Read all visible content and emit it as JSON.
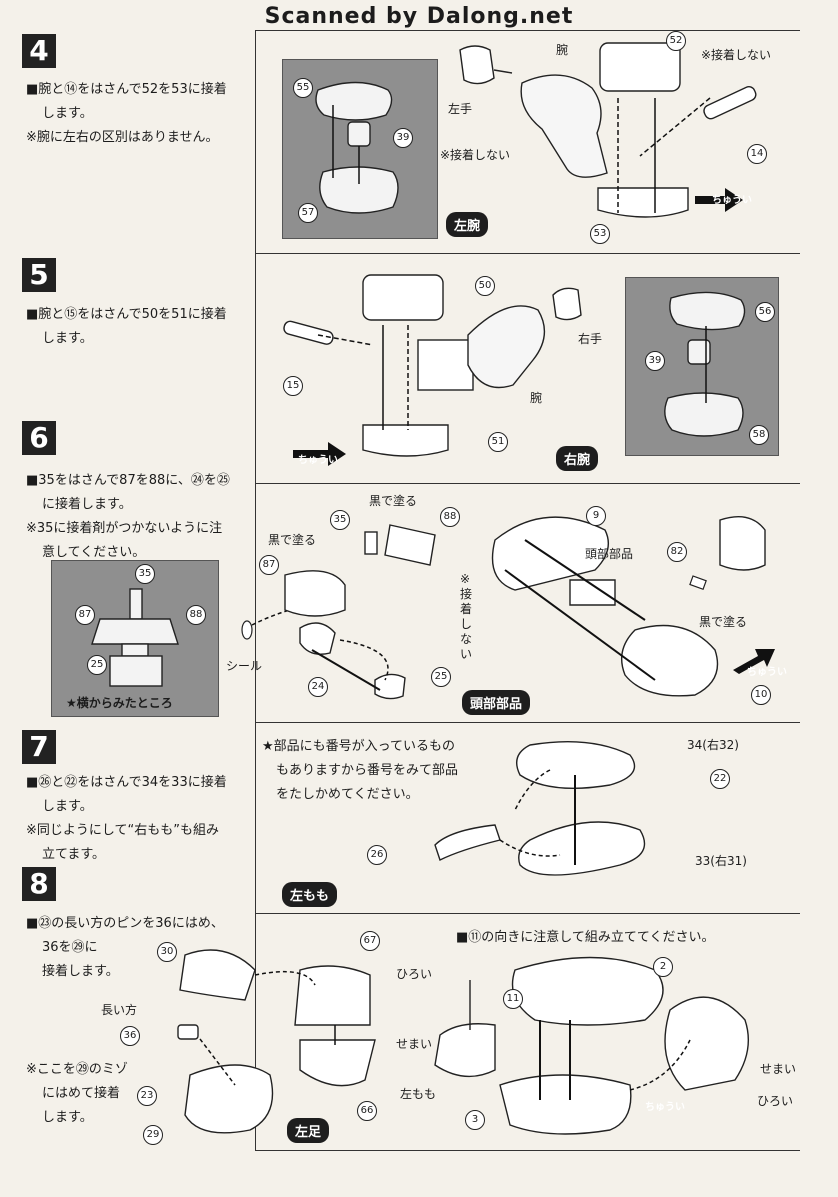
{
  "header": {
    "title": "Scanned by Dalong.net"
  },
  "steps": {
    "s4": {
      "number": "4",
      "line1": "■腕と⑭をはさんで52を53に接着",
      "line2": "します。",
      "note": "※腕に左右の区別はありません。",
      "labels": {
        "ude": "腕",
        "hidarite": "左手",
        "no_glue_top": "※接着しない",
        "no_glue_mid": "※接着しない",
        "badge": "左腕",
        "caution": "ちゅうい"
      },
      "nums": [
        "55",
        "39",
        "57",
        "52",
        "14",
        "53"
      ]
    },
    "s5": {
      "number": "5",
      "line1": "■腕と⑮をはさんで50を51に接着",
      "line2": "します。",
      "labels": {
        "migite": "右手",
        "ude": "腕",
        "badge": "右腕",
        "caution": "ちゅうい"
      },
      "nums": [
        "50",
        "15",
        "51",
        "56",
        "39",
        "58"
      ]
    },
    "s6": {
      "number": "6",
      "line1": "■35をはさんで87を88に、㉔を㉕",
      "line2": "に接着します。",
      "line3": "※35に接着剤がつかないように注",
      "line4": "意してください。",
      "side_caption": "★横からみたところ",
      "labels": {
        "black1": "黒で塗る",
        "black2": "黒で塗る",
        "black3": "黒で塗る",
        "no_glue": "※接着しない",
        "seal": "シール",
        "head_parts": "頭部部品",
        "badge": "頭部部品",
        "caution": "ちゅうい"
      },
      "nums": [
        "35",
        "88",
        "87",
        "25",
        "24",
        "9",
        "82",
        "10"
      ]
    },
    "s7": {
      "number": "7",
      "line1": "■㉖と㉒をはさんで34を33に接着",
      "line2": "します。",
      "line3": "※同じようにして“右もも”も組み",
      "line4": "立てます。",
      "star_note1": "★部品にも番号が入っているもの",
      "star_note2": "もありますから番号をみて部品",
      "star_note3": "をたしかめてください。",
      "labels": {
        "p34": "34(右32)",
        "p33": "33(右31)",
        "badge": "左もも"
      },
      "nums": [
        "22",
        "26"
      ]
    },
    "s8": {
      "number": "8",
      "line1": "■㉓の長い方のピンを36にはめ、",
      "line2": "36を㉙に",
      "line3": "接着します。",
      "note1": "※ここを㉙のミゾ",
      "note2": "にはめて接着",
      "note3": "します。",
      "right_note": "■⑪の向きに注意して組み立ててください。",
      "labels": {
        "nagaikata": "長い方",
        "hiroi": "ひろい",
        "semai": "せまい",
        "hidarimomo": "左もも",
        "semai2": "せまい",
        "hiroi2": "ひろい",
        "badge": "左足",
        "caution": "ちゅうい"
      },
      "nums": [
        "30",
        "36",
        "23",
        "29",
        "67",
        "66",
        "2",
        "11",
        "3"
      ]
    }
  }
}
